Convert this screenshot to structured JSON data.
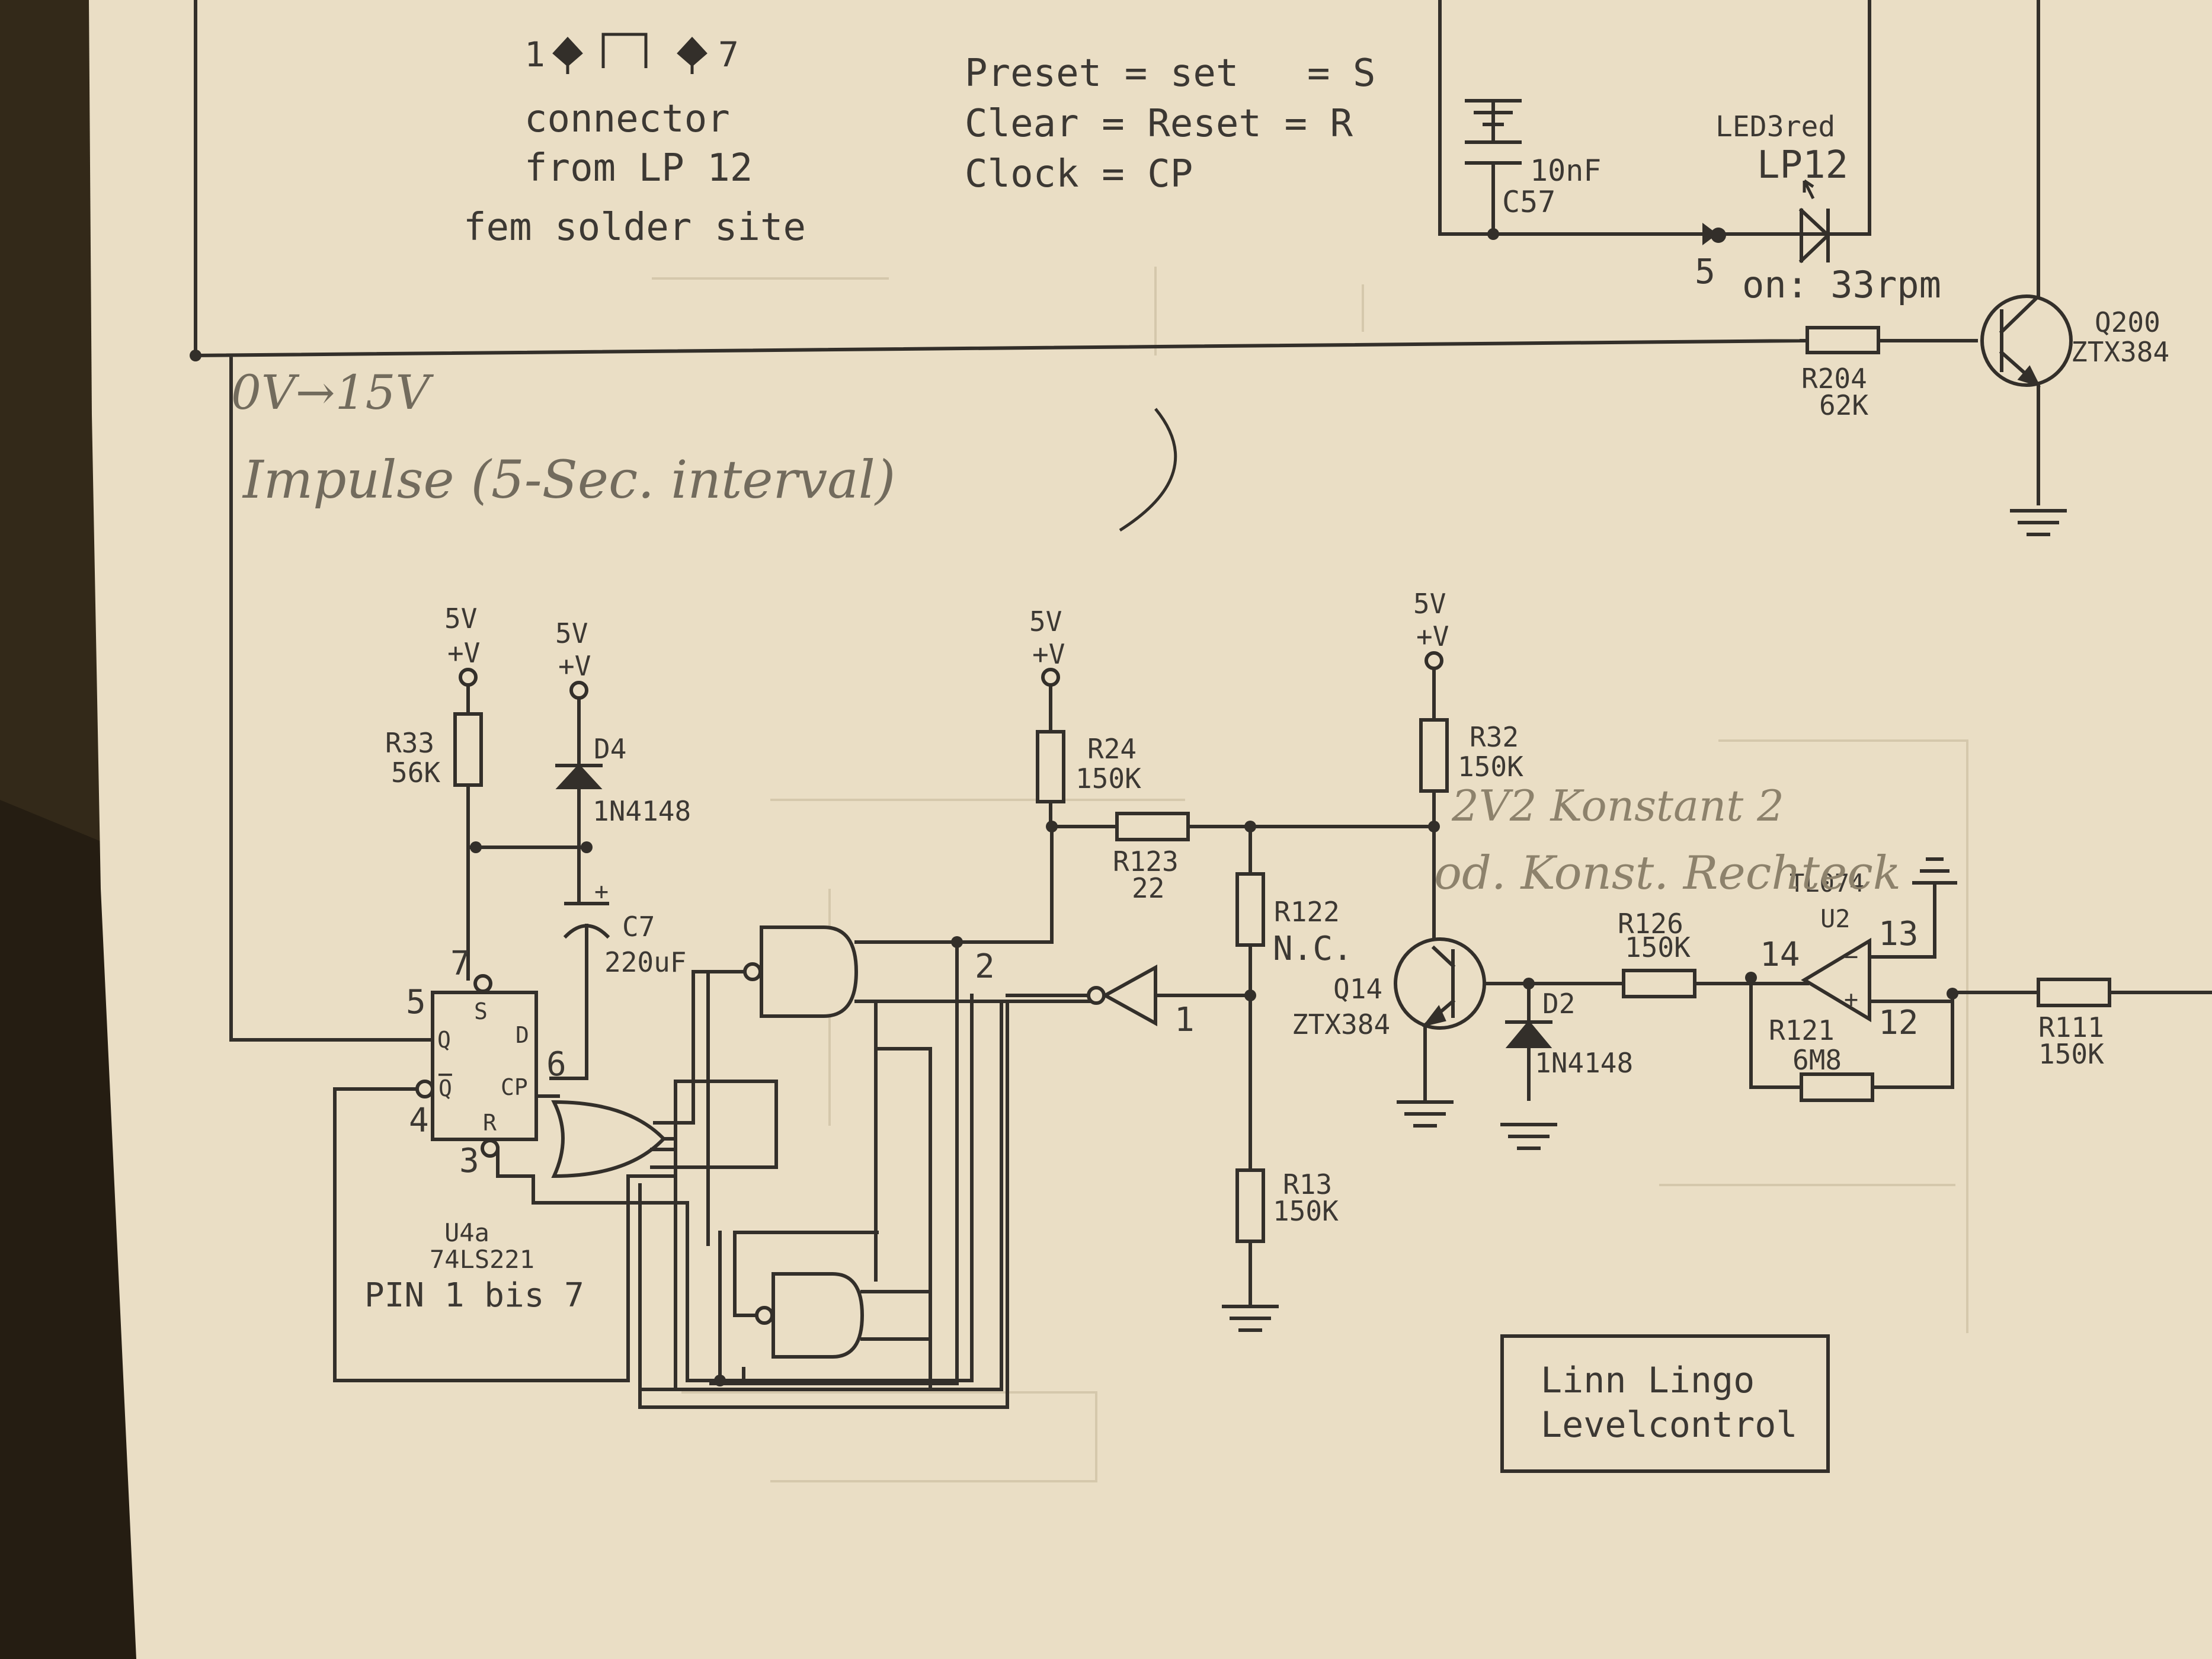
{
  "connector_block": {
    "pin_left": "1",
    "pin_right": "7",
    "line1": "connector",
    "line2": "from LP 12",
    "line3": "fem solder site"
  },
  "legend": {
    "line1": "Preset = set   = S",
    "line2": "Clear = Reset = R",
    "line3": "Clock = CP"
  },
  "top_right": {
    "capacitor": {
      "name": "C57",
      "value": "10nF"
    },
    "led": {
      "name": "LED3red",
      "connector": "LP12",
      "pin": "5",
      "note": "on: 33rpm"
    },
    "resistor": {
      "name": "R204",
      "value": "62K"
    },
    "transistor": {
      "name": "Q200",
      "type": "ZTX384"
    }
  },
  "handwritten": {
    "line1": "0V→15V",
    "line2": "Impulse (5-Sec. interval)",
    "line3": "2V2 Konstant 2",
    "line4": "od. Konst. Rechteck"
  },
  "supplies": {
    "voltage": "5V",
    "symbol": "+V"
  },
  "left_section": {
    "r33": {
      "name": "R33",
      "value": "56K"
    },
    "d4": {
      "name": "D4",
      "type": "1N4148"
    },
    "c7": {
      "name": "C7",
      "value": "220uF",
      "polarity": "+"
    },
    "flipflop": {
      "name": "U4a",
      "part": "74LS221",
      "note": "PIN 1 bis 7",
      "pin_s": "S",
      "pin_d": "D",
      "pin_q": "Q",
      "pin_qn": "Q",
      "pin_cp": "CP",
      "pin_r": "R",
      "num_5": "5",
      "num_7": "7",
      "num_6": "6",
      "num_4": "4",
      "num_3": "3"
    }
  },
  "middle_section": {
    "r24": {
      "name": "R24",
      "value": "150K"
    },
    "r123": {
      "name": "R123",
      "value": "22"
    },
    "r122": {
      "name": "R122",
      "value": "N.C."
    },
    "r13": {
      "name": "R13",
      "value": "150K"
    },
    "node2": "2",
    "node1": "1"
  },
  "right_section": {
    "r32": {
      "name": "R32",
      "value": "150K"
    },
    "q14": {
      "name": "Q14",
      "type": "ZTX384"
    },
    "d2": {
      "name": "D2",
      "type": "1N4148"
    },
    "r126": {
      "name": "R126",
      "value": "150K"
    },
    "opamp": {
      "name": "U2",
      "part": "TL074",
      "pin14": "14",
      "pin13": "13",
      "pin12": "12",
      "minus": "−",
      "plus": "+"
    },
    "r121": {
      "name": "R121",
      "value": "6M8"
    },
    "r111": {
      "name": "R111",
      "value": "150K"
    }
  },
  "title_box": {
    "line1": "Linn Lingo",
    "line2": "Levelcontrol"
  }
}
